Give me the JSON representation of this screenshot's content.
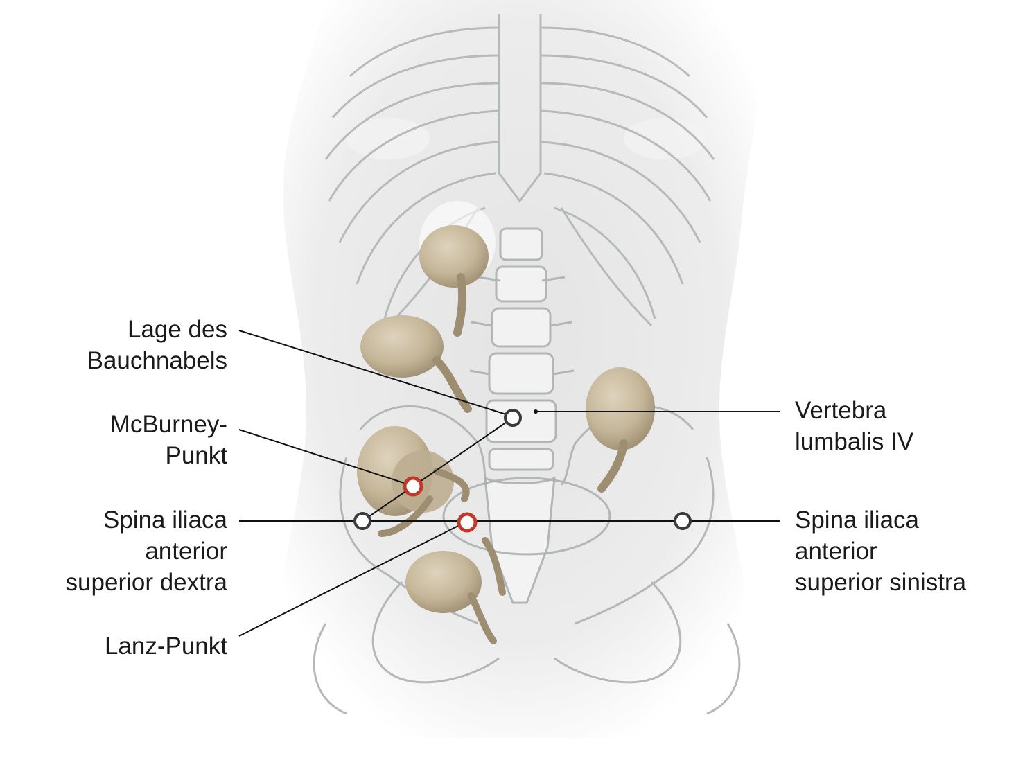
{
  "colors": {
    "bone": "#a9acad",
    "skin": "#e9e9e9",
    "organ": "#c9bb9f",
    "organ_dark": "#8f8166",
    "marker_red": "#c0392b",
    "marker_dark": "#3a3a3a",
    "leader": "#111111"
  },
  "icons": {
    "marker": "ring-marker-icon"
  },
  "labels": {
    "umbilicus": {
      "line1": "Lage des",
      "line2": "Bauchnabels"
    },
    "mcburney": {
      "line1": "McBurney-",
      "line2": "Punkt"
    },
    "asis_dextra": {
      "line1": "Spina iliaca",
      "line2": "anterior",
      "line3": "superior dextra"
    },
    "lanz": {
      "line1": "Lanz-Punkt"
    },
    "vertebra": {
      "line1": "Vertebra",
      "line2": "lumbalis IV"
    },
    "asis_sinistra": {
      "line1": "Spina iliaca",
      "line2": "anterior",
      "line3": "superior sinistra"
    }
  }
}
